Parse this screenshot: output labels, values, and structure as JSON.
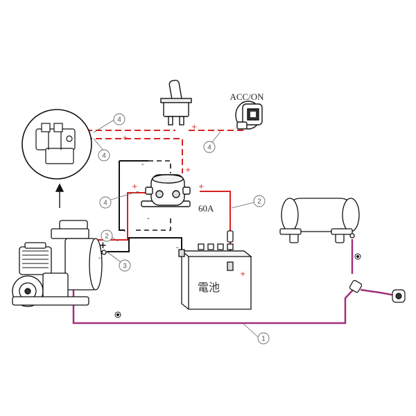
{
  "labels": {
    "acc_on": "ACC/ON",
    "fuse_rating": "60A",
    "battery": "電池",
    "callouts": {
      "c1": "1",
      "c2a": "2",
      "c2b": "2",
      "c3": "3",
      "c4a": "4",
      "c4b": "4",
      "c4c": "4",
      "c4d": "4"
    },
    "signs": {
      "relay_pos_left": "+",
      "relay_pos_right": "+",
      "relay_pos_top": "+",
      "relay_neg_top": "-",
      "relay_neg_bottom": "-",
      "switch_pos": "+",
      "link_pos": "+",
      "compressor_pos": "+",
      "compressor_neg": "-",
      "battery_pos": "+",
      "battery_neg": "-",
      "ground_neg": "-"
    }
  },
  "colors": {
    "red_wire": "#d82020",
    "purple_wire": "#a0307a",
    "black_wire": "#111111",
    "leader": "#666666",
    "callout": "#666666"
  }
}
